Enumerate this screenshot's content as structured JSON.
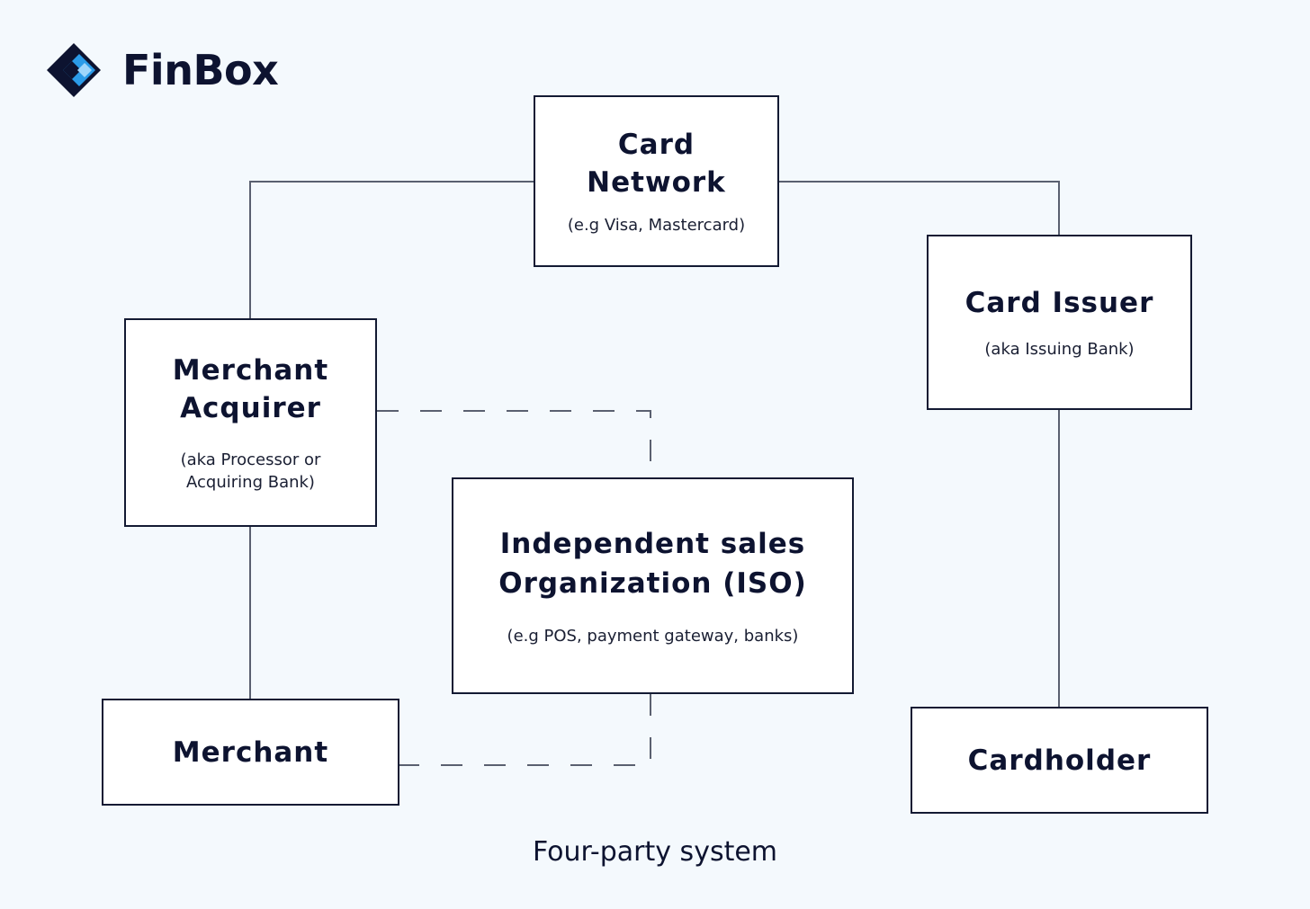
{
  "brand": {
    "name": "FinBox",
    "icon": "finbox-logo-icon",
    "colors": {
      "dark": "#0d1330",
      "accent": "#2b9be8"
    }
  },
  "nodes": {
    "card_network": {
      "title": "Card\nNetwork",
      "subtitle": "(e.g Visa, Mastercard)"
    },
    "card_issuer": {
      "title": "Card Issuer",
      "subtitle": "(aka Issuing Bank)"
    },
    "merchant_acquirer": {
      "title": "Merchant\nAcquirer",
      "subtitle": "(aka Processor or\nAcquiring Bank)"
    },
    "iso": {
      "title": "Independent sales\nOrganization (ISO)",
      "subtitle": "(e.g POS, payment gateway, banks)"
    },
    "merchant": {
      "title": "Merchant"
    },
    "cardholder": {
      "title": "Cardholder"
    }
  },
  "edges": [
    {
      "from": "Card Network",
      "to": "Merchant Acquirer",
      "style": "solid"
    },
    {
      "from": "Card Network",
      "to": "Card Issuer",
      "style": "solid"
    },
    {
      "from": "Merchant Acquirer",
      "to": "Merchant",
      "style": "solid"
    },
    {
      "from": "Card Issuer",
      "to": "Cardholder",
      "style": "solid"
    },
    {
      "from": "Merchant Acquirer",
      "to": "Independent sales Organization (ISO)",
      "style": "dashed"
    },
    {
      "from": "Independent sales Organization (ISO)",
      "to": "Merchant",
      "style": "dashed"
    }
  ],
  "colors": {
    "background": "#f4f9fd",
    "box_fill": "#ffffff",
    "box_border": "#131a33",
    "connector": "#5a6070"
  },
  "caption": "Four-party system"
}
